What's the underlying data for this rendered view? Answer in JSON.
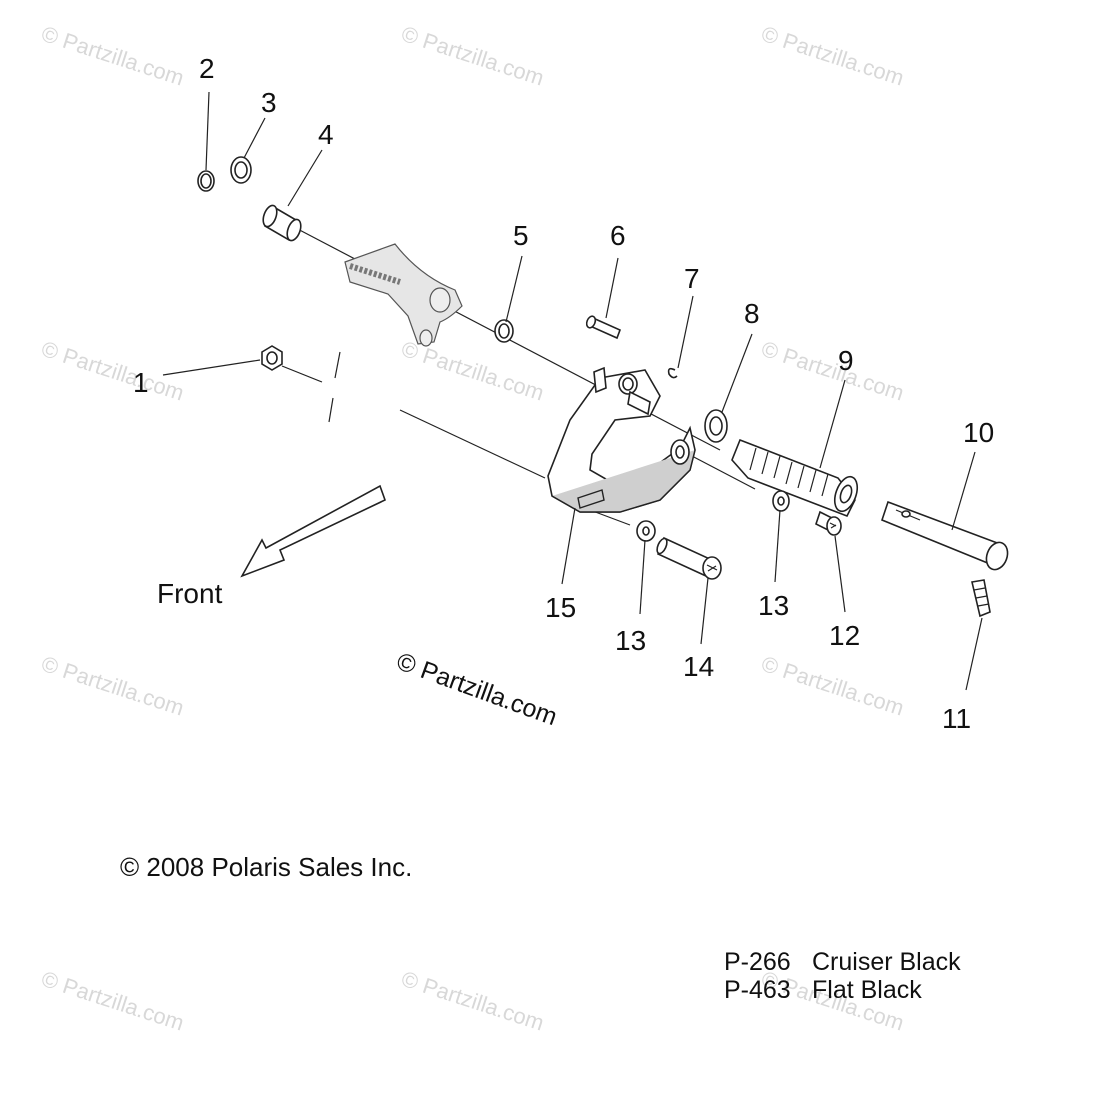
{
  "watermark_text": "© Partzilla.com",
  "watermark_main": "© Partzilla.com",
  "copyright": "© 2008 Polaris Sales Inc.",
  "direction_label": "Front",
  "paint_codes": [
    {
      "code": "P-266",
      "name": "Cruiser Black"
    },
    {
      "code": "P-463",
      "name": "Flat Black"
    }
  ],
  "callouts": {
    "c1": "1",
    "c2": "2",
    "c3": "3",
    "c4": "4",
    "c5": "5",
    "c6": "6",
    "c7": "7",
    "c8": "8",
    "c9": "9",
    "c10": "10",
    "c11": "11",
    "c12": "12",
    "c13a": "13",
    "c13b": "13",
    "c14": "14",
    "c15": "15"
  }
}
